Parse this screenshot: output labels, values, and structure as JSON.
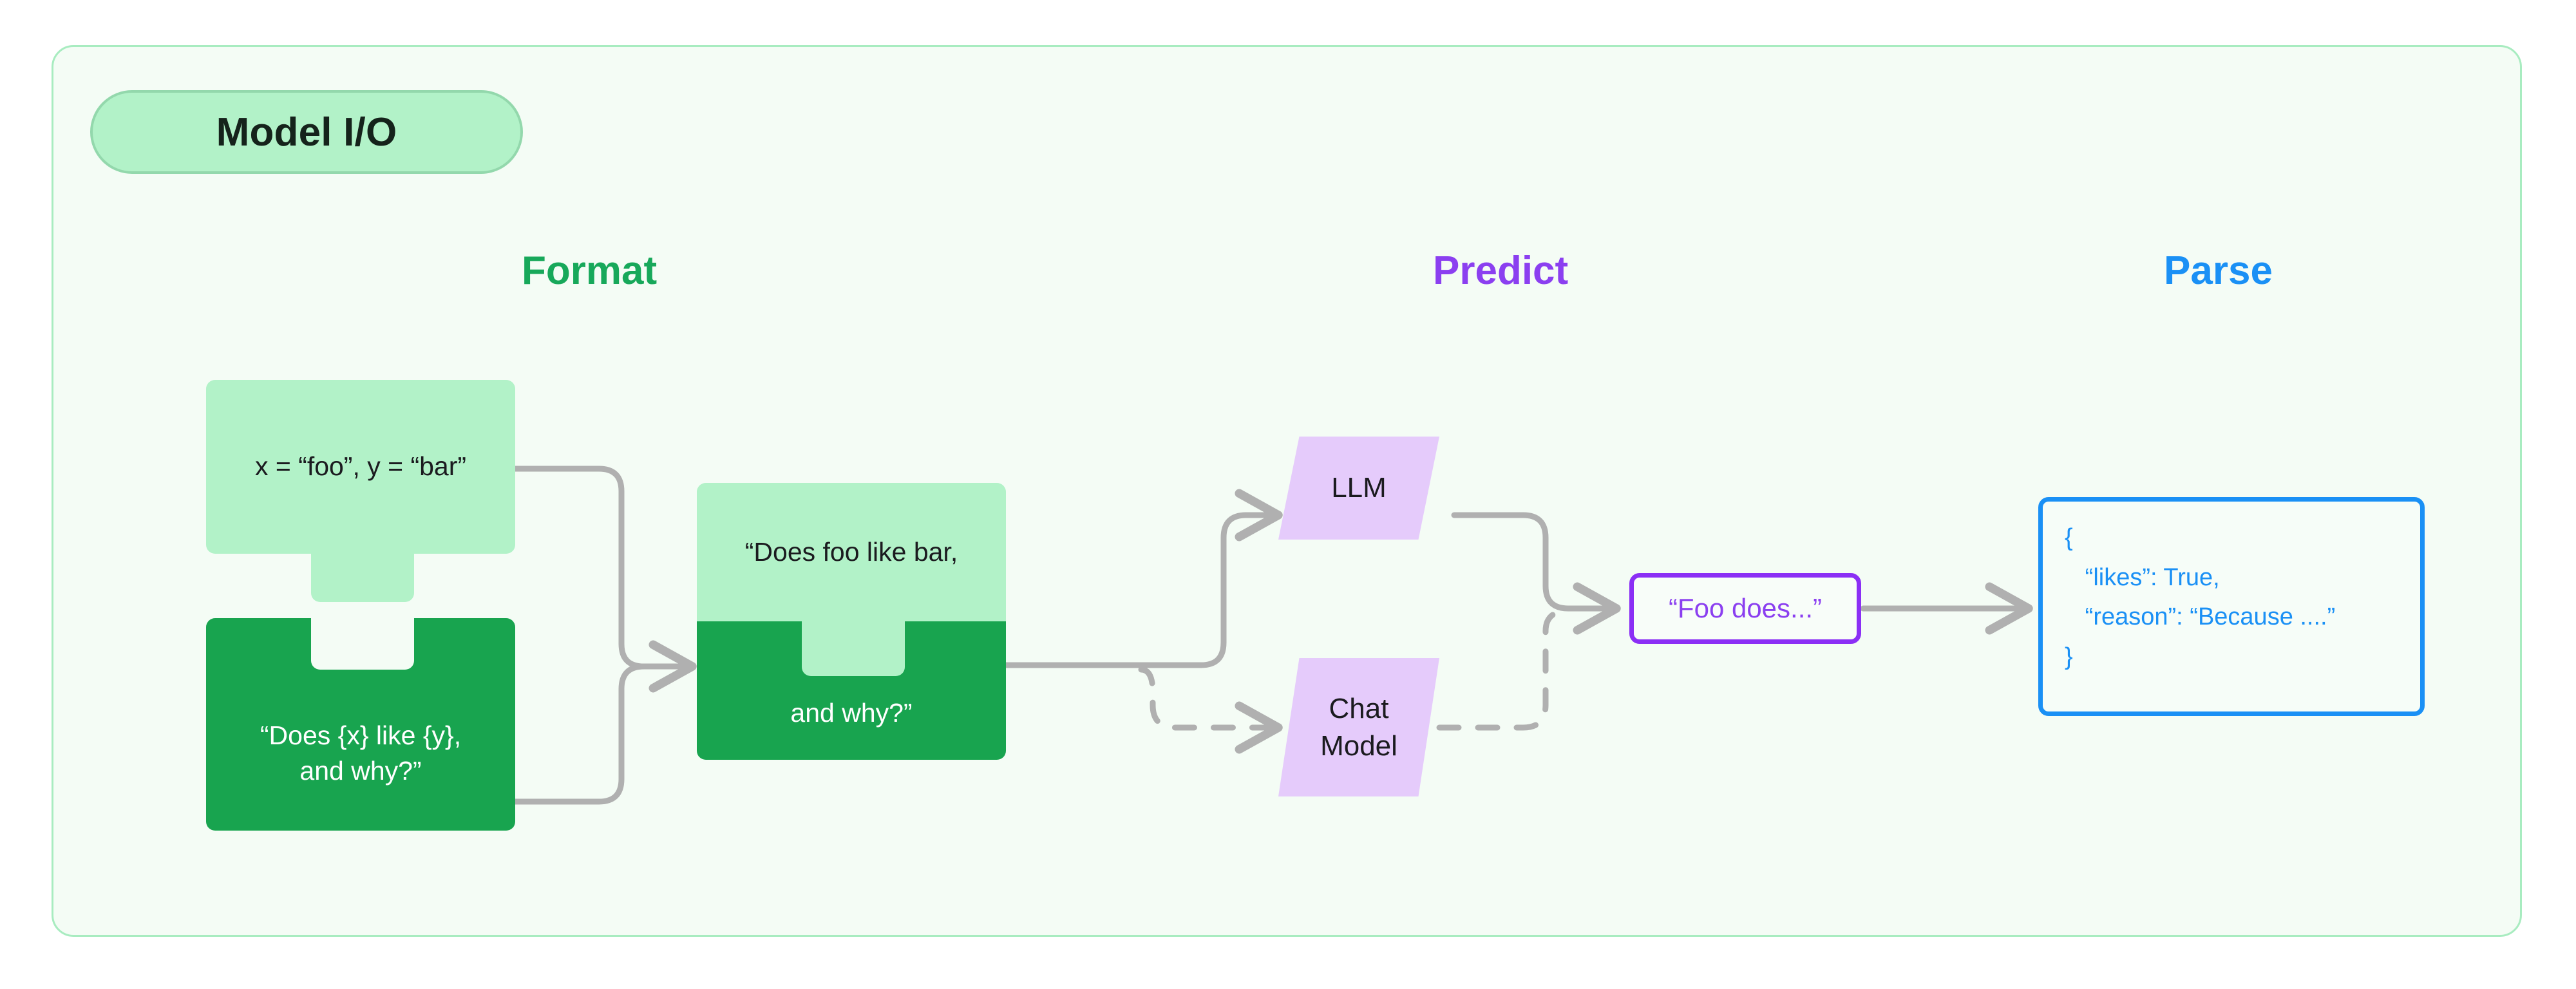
{
  "panel": {
    "badge_label": "Model I/O",
    "background": "#f4fcf5",
    "border_color": "#a8ecc0"
  },
  "columns": [
    {
      "key": "format",
      "label": "Format",
      "color": "#17a85a"
    },
    {
      "key": "predict",
      "label": "Predict",
      "color": "#8b3ff0"
    },
    {
      "key": "parse",
      "label": "Parse",
      "color": "#1a90f5"
    }
  ],
  "format": {
    "variables_piece": {
      "text": "x = “foo”, y = “bar”",
      "fill": "#b2f2c8",
      "text_color": "#1b1b1f"
    },
    "template_piece": {
      "text": "“Does {x} like {y},\nand why?”",
      "fill": "#18a44f",
      "text_color": "#ffffff"
    },
    "merged_piece": {
      "top_text": "“Does foo like bar,",
      "bottom_text": "and why?”",
      "top_fill": "#b2f2c8",
      "bottom_fill": "#18a44f"
    }
  },
  "predict": {
    "nodes": [
      {
        "key": "llm",
        "label": "LLM",
        "fill": "#e5cbfb",
        "edge_style": "solid"
      },
      {
        "key": "chat",
        "label": "Chat\nModel",
        "fill": "#e5cbfb",
        "edge_style": "dashed"
      }
    ],
    "output": {
      "text": "“Foo does...”",
      "border_color": "#8b2ff5",
      "text_color": "#8b3ff0"
    }
  },
  "parse": {
    "json_box": {
      "border_color": "#1a90f5",
      "text_color": "#1a90f5",
      "lines": [
        "{",
        "   “likes”: True,",
        "   “reason”: “Because ....”",
        "}"
      ]
    }
  },
  "connectors": {
    "line_color": "#b0b0b0",
    "edges": [
      {
        "from": "variables_piece",
        "to": "merged_piece",
        "style": "solid"
      },
      {
        "from": "template_piece",
        "to": "merged_piece",
        "style": "solid"
      },
      {
        "from": "merged_piece",
        "to": "llm",
        "style": "solid"
      },
      {
        "from": "merged_piece",
        "to": "chat",
        "style": "dashed"
      },
      {
        "from": "llm",
        "to": "output",
        "style": "solid"
      },
      {
        "from": "chat",
        "to": "output",
        "style": "dashed"
      },
      {
        "from": "output",
        "to": "json_box",
        "style": "solid"
      }
    ]
  }
}
